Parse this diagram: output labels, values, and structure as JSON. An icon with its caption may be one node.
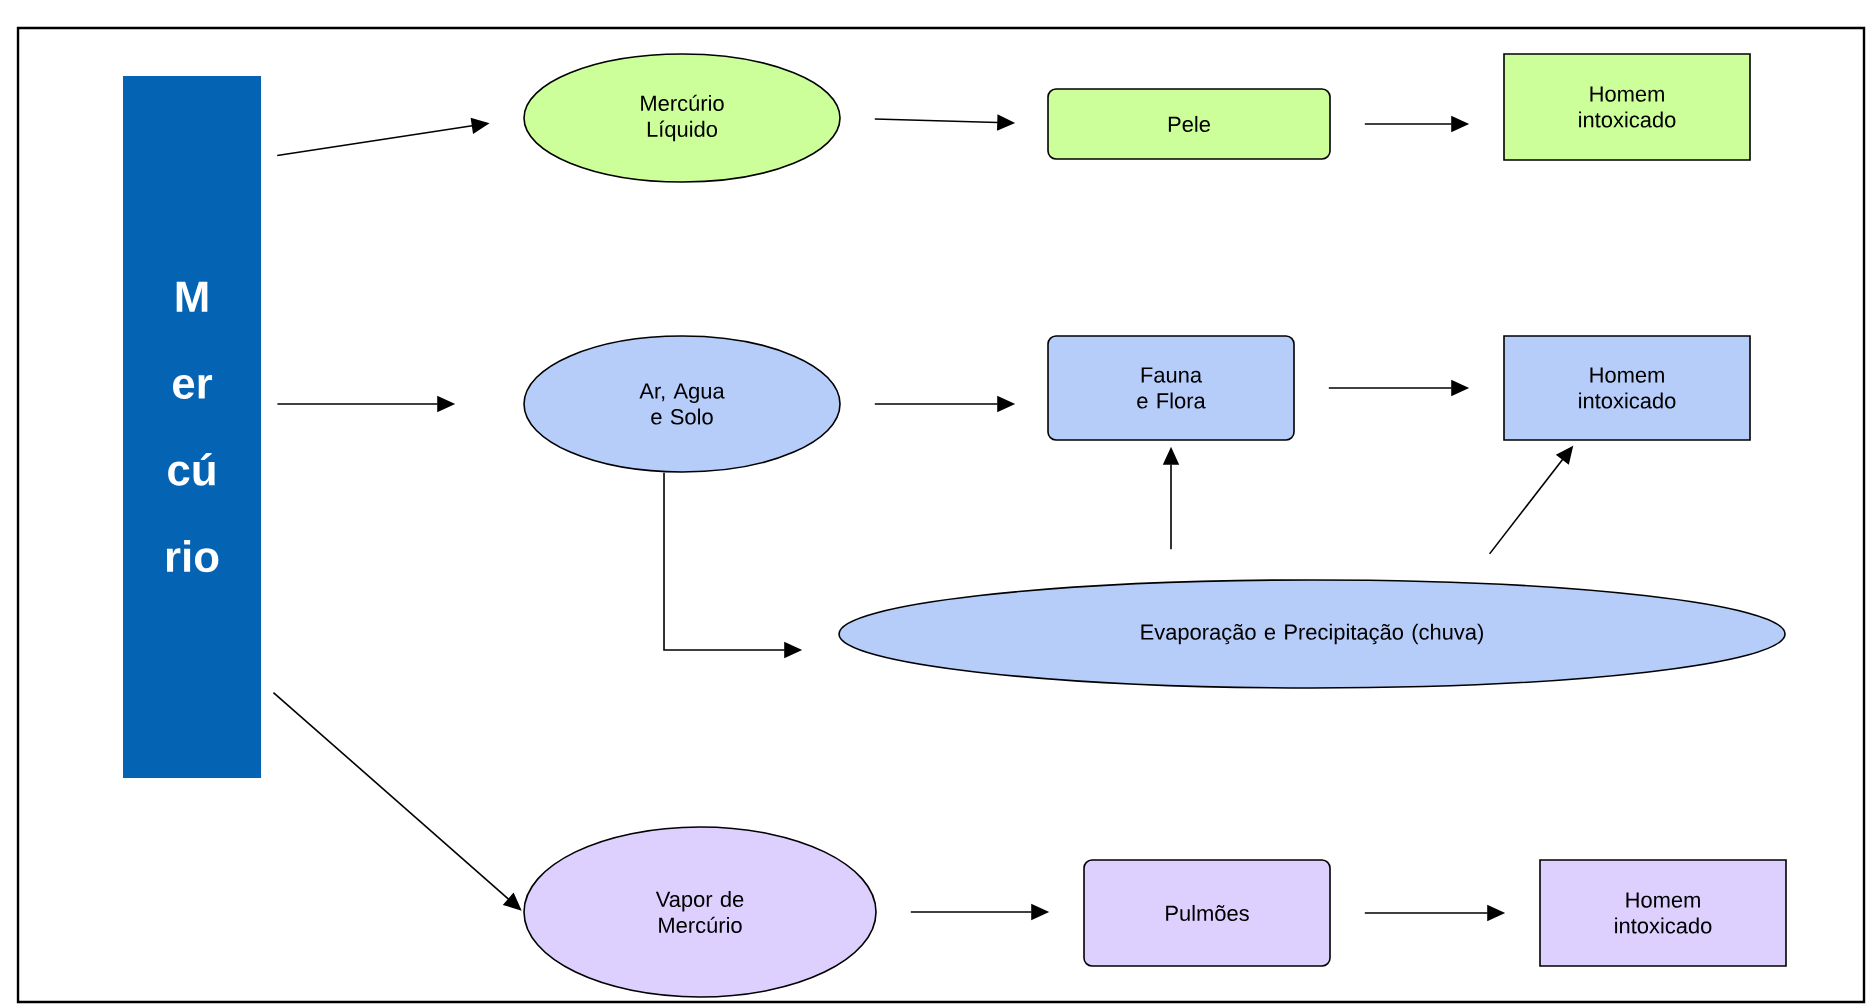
{
  "diagram": {
    "nodes": [
      {
        "text": [
          "Mercúrio"
        ]
      },
      {
        "text": [
          "Mercúrio Líquido"
        ]
      },
      {
        "text": [
          "Pele"
        ]
      },
      {
        "text": [
          "Homem intoxicado"
        ]
      },
      {
        "text": [
          "Ar, Agua e Solo"
        ]
      },
      {
        "text": [
          "Fauna e Flora"
        ]
      },
      {
        "text": [
          "Homem intoxicado"
        ]
      },
      {
        "text": [
          "Evaporação e Precipitação (chuva)"
        ]
      },
      {
        "text": [
          "Vapor de Mercúrio"
        ]
      },
      {
        "text": [
          "Pulmões"
        ]
      },
      {
        "text": [
          "Homem intoxicado"
        ]
      }
    ],
    "edges": [
      {
        "from": 0,
        "to": 1,
        "arrow": "to"
      },
      {
        "from": 1,
        "to": 2,
        "arrow": "to"
      },
      {
        "from": 2,
        "to": 3,
        "arrow": "to"
      },
      {
        "from": 0,
        "to": 4,
        "arrow": "to"
      },
      {
        "from": 4,
        "to": 5,
        "arrow": "to"
      },
      {
        "from": 5,
        "to": 6,
        "arrow": "to"
      },
      {
        "from": 4,
        "to": 7,
        "arrow": "to"
      },
      {
        "from": 7,
        "to": 5,
        "arrow": "to"
      },
      {
        "from": 7,
        "to": 6,
        "arrow": "to"
      },
      {
        "from": 0,
        "to": 8,
        "arrow": "to"
      },
      {
        "from": 8,
        "to": 9,
        "arrow": "to"
      },
      {
        "from": 9,
        "to": 10,
        "arrow": "to"
      }
    ]
  }
}
